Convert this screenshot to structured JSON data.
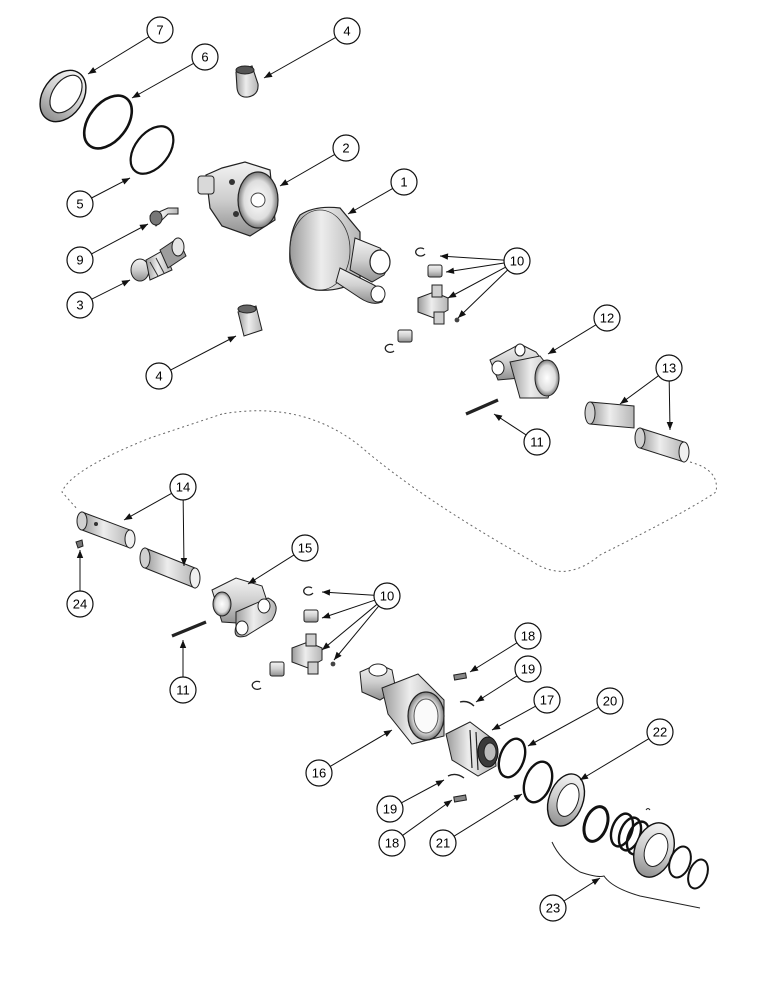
{
  "callouts": [
    {
      "id": "c7a",
      "label": "7"
    },
    {
      "id": "c6a",
      "label": "6"
    },
    {
      "id": "c4a",
      "label": "4"
    },
    {
      "id": "c2a",
      "label": "2"
    },
    {
      "id": "c5a",
      "label": "5"
    },
    {
      "id": "c1a",
      "label": "1"
    },
    {
      "id": "c9a",
      "label": "9"
    },
    {
      "id": "c10a",
      "label": "10"
    },
    {
      "id": "c3a",
      "label": "3"
    },
    {
      "id": "c12a",
      "label": "12"
    },
    {
      "id": "c13a",
      "label": "13"
    },
    {
      "id": "c4b",
      "label": "4"
    },
    {
      "id": "c11a",
      "label": "11"
    },
    {
      "id": "c14a",
      "label": "14"
    },
    {
      "id": "c15a",
      "label": "15"
    },
    {
      "id": "c24a",
      "label": "24"
    },
    {
      "id": "c10b",
      "label": "10"
    },
    {
      "id": "c18a",
      "label": "18"
    },
    {
      "id": "c11b",
      "label": "11"
    },
    {
      "id": "c19a",
      "label": "19"
    },
    {
      "id": "c17a",
      "label": "17"
    },
    {
      "id": "c20a",
      "label": "20"
    },
    {
      "id": "c22a",
      "label": "22"
    },
    {
      "id": "c16a",
      "label": "16"
    },
    {
      "id": "c19b",
      "label": "19"
    },
    {
      "id": "c18b",
      "label": "18"
    },
    {
      "id": "c21a",
      "label": "21"
    },
    {
      "id": "c23a",
      "label": "23"
    }
  ]
}
